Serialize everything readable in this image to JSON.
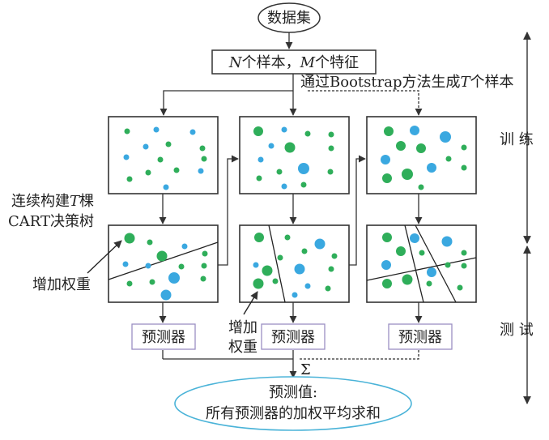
{
  "nodes": {
    "dataset": "数据集",
    "samples_n": "N",
    "samples_mid": "个样本，",
    "samples_m": "M",
    "samples_tail": "个特征",
    "bootstrap_head": "通过Bootstrap方法生成",
    "bootstrap_t": "T",
    "bootstrap_tail": "个样本",
    "build_line1_head": "连续构建",
    "build_line1_t": "T",
    "build_line1_tail": "棵",
    "build_line2": "CART决策树",
    "add_weight_left": "增加权重",
    "add_weight_mid_1": "增加",
    "add_weight_mid_2": "权重",
    "predictor_label": "预测器",
    "sigma": "Σ",
    "result_line1": "预测值:",
    "result_line2": "所有预测器的加权平均求和"
  },
  "phases": {
    "train": "训 练",
    "test": "测 试"
  },
  "colors": {
    "green": "#2fae5a",
    "blue": "#3aa8e0",
    "ellipse_stroke": "#4ab3d8",
    "predictor_border": "#9b8fc2"
  }
}
